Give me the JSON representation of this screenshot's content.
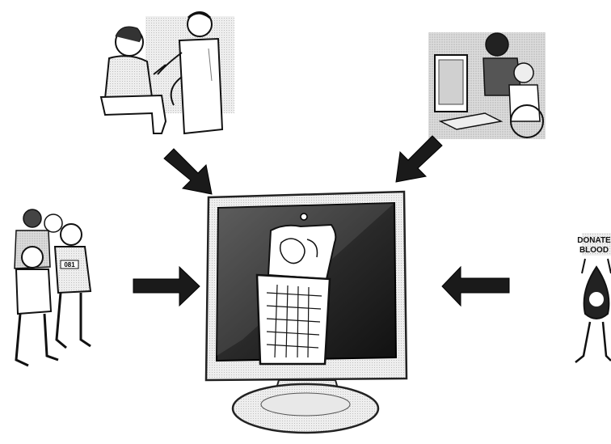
{
  "diagram": {
    "poster": {
      "text_line1": "DONATE",
      "text_line2": "BLOOD"
    },
    "jersey_numbers": [
      "081"
    ],
    "colors": {
      "ink": "#111111",
      "arrow": "#1a1a1a",
      "screen_dark": "#2b2b2b",
      "bezel": "#d6d6d6",
      "paper": "#ffffff"
    },
    "nodes": [
      {
        "id": "vaccination",
        "icon": "doctor-vaccination-icon"
      },
      {
        "id": "computer-user",
        "icon": "wheelchair-computer-user-icon"
      },
      {
        "id": "runners",
        "icon": "running-group-icon"
      },
      {
        "id": "blood-donation",
        "icon": "donate-blood-drop-icon"
      },
      {
        "id": "monitor",
        "icon": "monitor-with-calendar-icon"
      }
    ],
    "arrows": [
      {
        "from": "vaccination",
        "to": "monitor"
      },
      {
        "from": "computer-user",
        "to": "monitor"
      },
      {
        "from": "runners",
        "to": "monitor"
      },
      {
        "from": "blood-donation",
        "to": "monitor"
      }
    ]
  }
}
